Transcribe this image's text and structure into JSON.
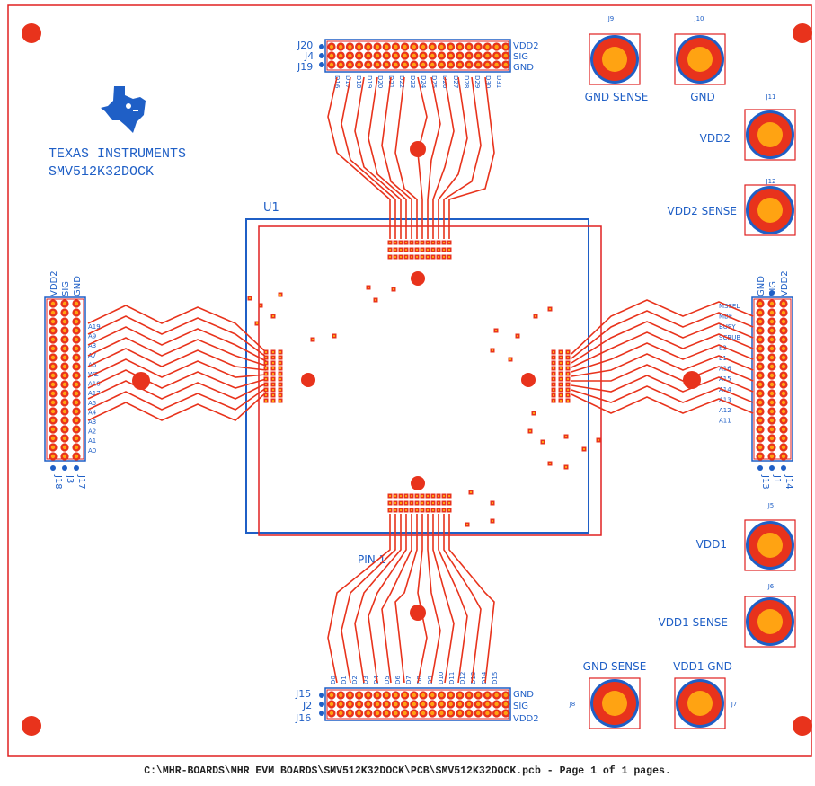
{
  "logo": {
    "company": "TEXAS INSTRUMENTS",
    "part": "SMV512K32DOCK"
  },
  "u1_label": "U1",
  "pin1_label": "PIN 1",
  "connectors": {
    "top": {
      "refs": [
        "J20",
        "J4",
        "J19"
      ],
      "rails": [
        "VDD2",
        "SIG",
        "GND"
      ],
      "signals": [
        "D16",
        "D17",
        "D18",
        "D19",
        "D20",
        "D21",
        "D22",
        "D23",
        "D24",
        "D25",
        "D26",
        "D27",
        "D28",
        "D29",
        "D30",
        "D31"
      ]
    },
    "bottom": {
      "refs": [
        "J15",
        "J2",
        "J16"
      ],
      "rails": [
        "GND",
        "SIG",
        "VDD2"
      ],
      "signals": [
        "D0",
        "D1",
        "D2",
        "D3",
        "D4",
        "D5",
        "D6",
        "D7",
        "D8",
        "D9",
        "D10",
        "D11",
        "D12",
        "D13",
        "D14",
        "D15"
      ]
    },
    "left": {
      "refs": [
        "J18",
        "J3",
        "J17"
      ],
      "rails": [
        "VDD2",
        "SIG",
        "GND"
      ],
      "signals": [
        "A19",
        "A9",
        "A3",
        "A7",
        "A6",
        "WZ",
        "A18",
        "A17",
        "A5",
        "A4",
        "A3",
        "A2",
        "A1",
        "A0"
      ]
    },
    "right": {
      "refs": [
        "J13",
        "J1",
        "J14"
      ],
      "rails": [
        "GND",
        "SIG",
        "VDD2"
      ],
      "signals": [
        "MSSEL",
        "MBE",
        "BUSY",
        "SCRUB",
        "E2",
        "E1",
        "A16",
        "A15",
        "A14",
        "A13",
        "A12",
        "A11"
      ]
    }
  },
  "banana_jacks": [
    {
      "ref": "J9",
      "label": "GND SENSE"
    },
    {
      "ref": "J10",
      "label": "GND"
    },
    {
      "ref": "J11",
      "label": "VDD2"
    },
    {
      "ref": "J12",
      "label": "VDD2 SENSE"
    },
    {
      "ref": "J5",
      "label": "VDD1"
    },
    {
      "ref": "J6",
      "label": "VDD1 SENSE"
    },
    {
      "ref": "J8",
      "label": "GND SENSE"
    },
    {
      "ref": "J7",
      "label": "VDD1 GND"
    }
  ],
  "footer": "C:\\MHR-BOARDS\\MHR EVM BOARDS\\SMV512K32DOCK\\PCB\\SMV512K32DOCK.pcb - Page 1 of 1 pages.",
  "colors": {
    "copper": "#e8331c",
    "pad_center": "#ffa312",
    "silk": "#1f5fc6",
    "outline": "#e02020"
  }
}
